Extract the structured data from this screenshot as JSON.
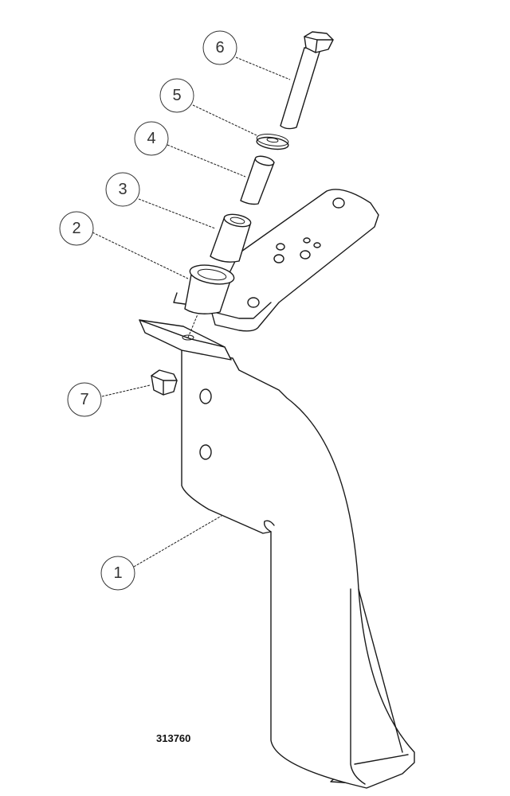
{
  "drawing_number": "313760",
  "callouts": [
    {
      "label": "1",
      "part": "main-bracket"
    },
    {
      "label": "2",
      "part": "outer-bushing"
    },
    {
      "label": "3",
      "part": "bushing"
    },
    {
      "label": "4",
      "part": "sleeve"
    },
    {
      "label": "5",
      "part": "washer"
    },
    {
      "label": "6",
      "part": "bolt"
    },
    {
      "label": "7",
      "part": "nut"
    }
  ]
}
